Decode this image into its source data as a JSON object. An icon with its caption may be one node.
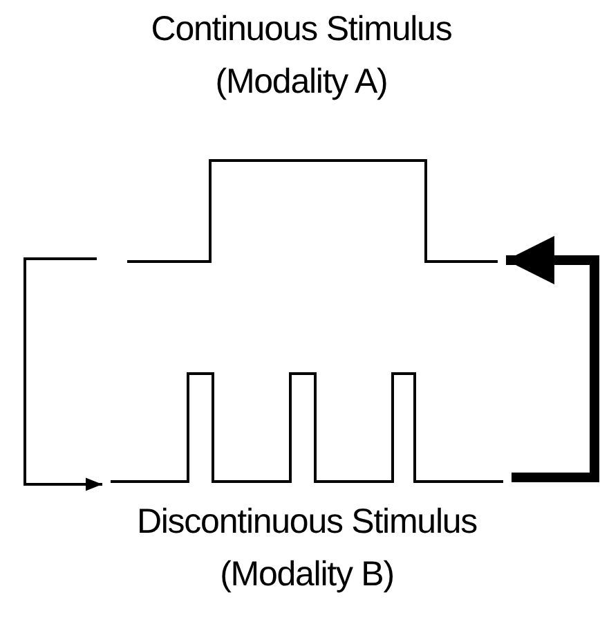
{
  "diagram": {
    "nodes": [
      {
        "text": [
          "Continuous Stimulus (Modality A)"
        ]
      },
      {
        "text": [
          "Discontinuous Stimulus (Modality B)"
        ]
      }
    ],
    "edges": [
      {
        "from": 0,
        "to": 1,
        "arrow": "to"
      },
      {
        "from": 1,
        "to": 0,
        "arrow": "to",
        "style": "thick"
      }
    ]
  }
}
